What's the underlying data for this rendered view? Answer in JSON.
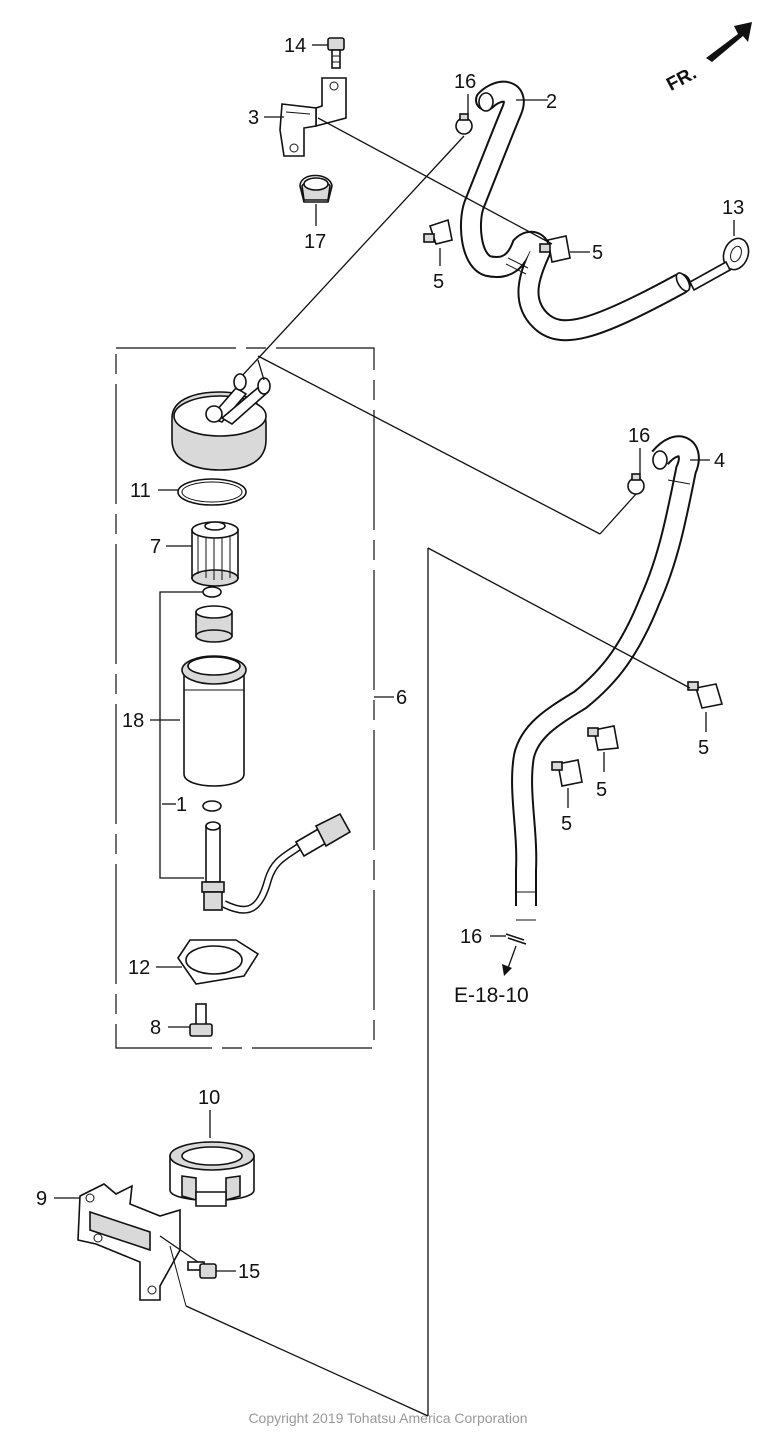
{
  "labels": {
    "p14": "14",
    "p3": "3",
    "p17": "17",
    "p16a": "16",
    "p2": "2",
    "p5a": "5",
    "p5b": "5",
    "p13": "13",
    "p16b": "16",
    "p4": "4",
    "p11": "11",
    "p7": "7",
    "p18": "18",
    "p1": "1",
    "p6": "6",
    "p5c": "5",
    "p5d": "5",
    "p5e": "5",
    "p16c": "16",
    "p12": "12",
    "p8": "8",
    "p10": "10",
    "p9": "9",
    "p15": "15"
  },
  "reference": "E-18-10",
  "direction": "FR.",
  "copyright": "Copyright 2019 Tohatsu America Corporation"
}
